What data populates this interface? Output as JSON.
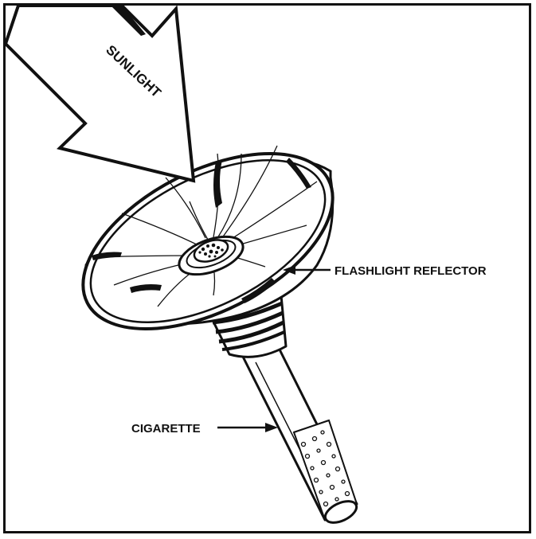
{
  "labels": {
    "sunlight": "SUNLIGHT",
    "reflector": "FLASHLIGHT REFLECTOR",
    "cigarette": "CIGARETTE"
  },
  "colors": {
    "ink": "#111111",
    "paper": "#ffffff",
    "filter_fill": "#ffffff"
  }
}
